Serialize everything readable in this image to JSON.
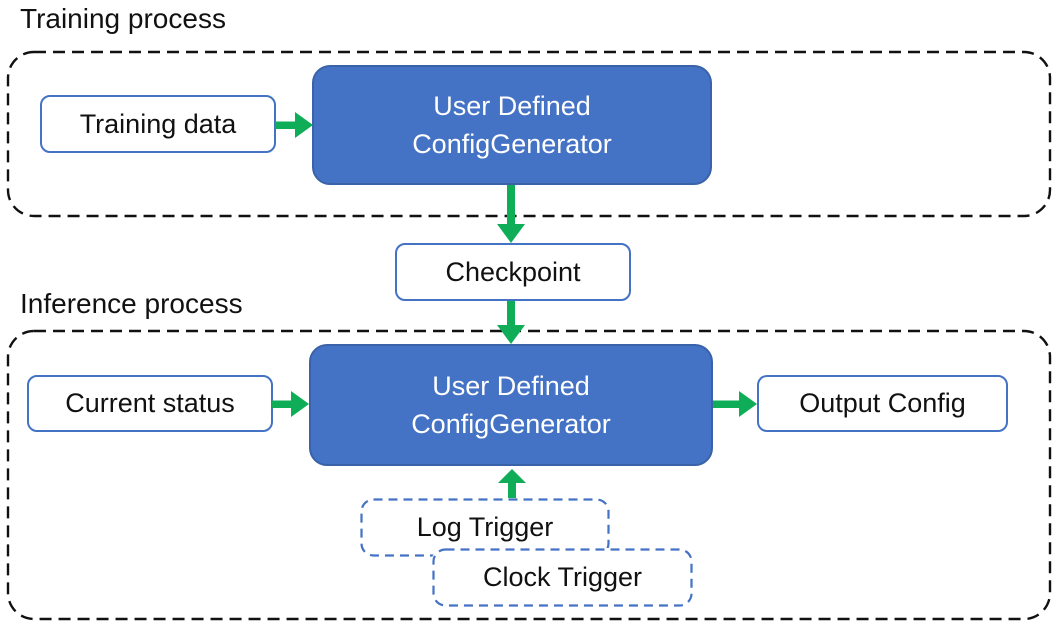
{
  "sections": {
    "training": {
      "title": "Training process"
    },
    "inference": {
      "title": "Inference process"
    }
  },
  "nodes": {
    "training_data": {
      "label": "Training data"
    },
    "training_generator": {
      "line1": "User Defined",
      "line2": "ConfigGenerator"
    },
    "checkpoint": {
      "label": "Checkpoint"
    },
    "current_status": {
      "label": "Current status"
    },
    "inference_generator": {
      "line1": "User Defined",
      "line2": "ConfigGenerator"
    },
    "output_config": {
      "label": "Output Config"
    },
    "log_trigger": {
      "label": "Log Trigger"
    },
    "clock_trigger": {
      "label": "Clock Trigger"
    }
  },
  "colors": {
    "generator_fill": "#4472C4",
    "generator_border": "#3A62A8",
    "light_box_border": "#4472C4",
    "trigger_dashed_border": "#4472C4",
    "arrow_green": "#0FAD58",
    "container_dash": "#111111",
    "text_dark": "#111111",
    "text_on_blue": "#FFFFFF"
  }
}
